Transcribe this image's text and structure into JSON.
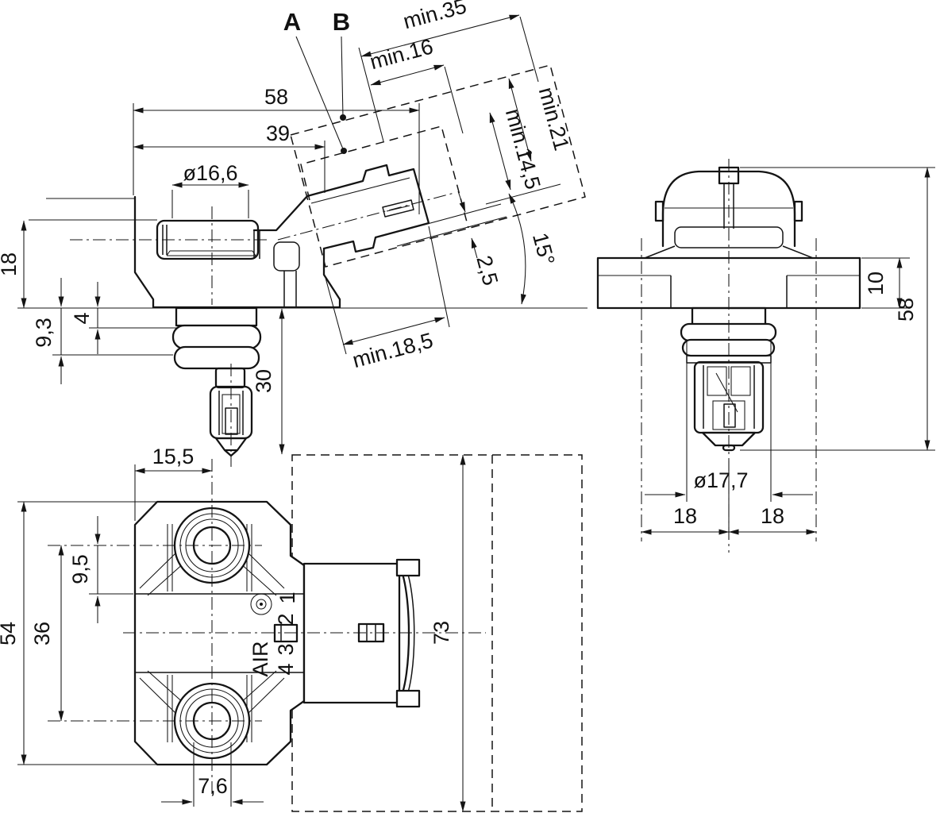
{
  "drawing": {
    "description": "sensor-three-view-dimension-drawing",
    "side_view": {
      "label_a": "A",
      "label_b": "B",
      "width_total": "58",
      "width_body": "39",
      "port_diameter": "ø16,6",
      "port_height": "18",
      "step_height": "4",
      "oring_depth": "9,3",
      "probe_length": "30",
      "connector_clearance_length": "min.35",
      "connector_length": "min.16",
      "connector_clearance_height": "min.21",
      "connector_height": "min.14,5",
      "connector_angle": "15°",
      "latch_offset": "2,5",
      "plug_depth": "min.18,5"
    },
    "front_view": {
      "flange_thickness": "10",
      "height_total": "58",
      "oring_diameter": "ø17,7",
      "hole_pitch_left": "18",
      "hole_pitch_right": "18"
    },
    "bottom_view": {
      "hole_offset": "15,5",
      "edge_offset": "9,5",
      "hole_pitch": "36",
      "flange_width": "54",
      "bore_width": "7,6",
      "envelope_height": "73",
      "air_marking": "AIR",
      "pins": [
        "1",
        "2",
        "3",
        "4"
      ]
    }
  }
}
